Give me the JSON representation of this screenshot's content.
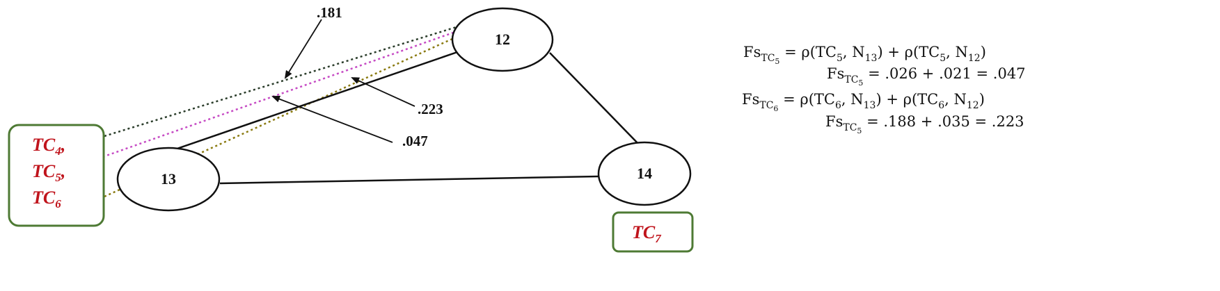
{
  "nodes": [
    {
      "id": "12",
      "label": "12"
    },
    {
      "id": "13",
      "label": "13"
    },
    {
      "id": "14",
      "label": "14"
    }
  ],
  "values": {
    "v181": ".181",
    "v223": ".223",
    "v047": ".047"
  },
  "test_case_groups": {
    "left": {
      "items": [
        {
          "base": "TC",
          "sub": "4",
          "suffix": ","
        },
        {
          "base": "TC",
          "sub": "5",
          "suffix": ","
        },
        {
          "base": "TC",
          "sub": "6",
          "suffix": ""
        }
      ]
    },
    "right": {
      "items": [
        {
          "base": "TC",
          "sub": "7",
          "suffix": ""
        }
      ]
    }
  },
  "equations": {
    "line1": {
      "lhs_base": "Fs",
      "lhs_sub": "TC",
      "lhs_subsub": "5",
      "rhs": " = ρ(TC",
      "a_sub": "5",
      "mid": ", N",
      "b_sub": "13",
      "mid2": ") + ρ(TC",
      "c_sub": "5",
      "mid3": ", N",
      "d_sub": "12",
      "end": ")"
    },
    "line2": {
      "lhs_base": "Fs",
      "lhs_sub": "TC",
      "lhs_subsub": "5",
      "rhs": " = .026 + .021 = .047"
    },
    "line3": {
      "lhs_base": "Fs",
      "lhs_sub": "TC",
      "lhs_subsub": "6",
      "rhs": " = ρ(TC",
      "a_sub": "6",
      "mid": ", N",
      "b_sub": "13",
      "mid2": ") + ρ(TC",
      "c_sub": "6",
      "mid3": ", N",
      "d_sub": "12",
      "end": ")"
    },
    "line4": {
      "lhs_base": "Fs",
      "lhs_sub": "TC",
      "lhs_subsub": "5",
      "rhs": " = .188 + .035 = .223"
    }
  },
  "colors": {
    "tc_text": "#c0141c",
    "box_border": "#4e7a34",
    "line_tc4": "#2b3d2b",
    "line_tc5": "#c64bc4",
    "line_tc6": "#8a7a10"
  }
}
